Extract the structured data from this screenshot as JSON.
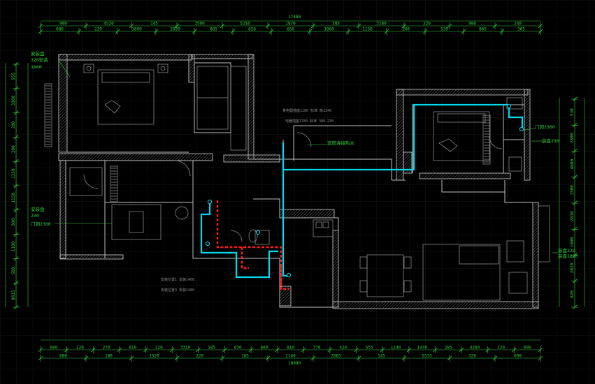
{
  "overall_top": "17480",
  "overall_bottom": "18080",
  "top_row1": [
    "900",
    "4520",
    "145",
    "1500",
    "5210",
    "1970",
    "285",
    "3180",
    "220",
    "980",
    "240"
  ],
  "top_row2": [
    "680",
    "220",
    "1800",
    "2820",
    "885",
    "658",
    "650",
    "1060",
    "1150",
    "240",
    "520",
    "865",
    "365"
  ],
  "bottom_row1": [
    "680",
    "220",
    "270",
    "810",
    "220",
    "3310",
    "185",
    "630",
    "600",
    "810",
    "370",
    "420",
    "555",
    "1140",
    "1970",
    "285",
    "4260",
    "220",
    "690"
  ],
  "bottom_row2": [
    "680",
    "180",
    "1520",
    "220",
    "185",
    "2140",
    "2065",
    "145",
    "5535",
    "320",
    "690"
  ],
  "left_dims": [
    "555",
    "3300",
    "200",
    "300",
    "1350",
    "1150",
    "800",
    "1100",
    "580",
    "8615"
  ],
  "right_dims": [
    "530",
    "2800",
    "4600",
    "1500",
    "2830",
    "1800",
    "2020",
    "620"
  ],
  "labels": {
    "left_top": [
      "安装盘",
      "320安装",
      "1860"
    ],
    "left_mid": [
      "安装盘",
      "230",
      "门洞2360"
    ],
    "right_top": [
      "门洞2360",
      "装盘230"
    ],
    "right_mid": [
      "装盘320",
      "装盘1820"
    ],
    "pipe_note": "宽度连接热水",
    "center_notes": [
      "某电器插座1280 标准 高2240",
      "电器插座1780 标准 380-230"
    ],
    "bottom_notes": [
      "安装位置1 安装1480",
      "安装位置3 安装1480"
    ]
  },
  "colors": {
    "cold_pipe": "#00d8ee",
    "hot_pipe": "#ff1a1a",
    "dimension": "#2fd23a",
    "wall": "#bdbdbd",
    "grid": "#1a1a1a"
  }
}
